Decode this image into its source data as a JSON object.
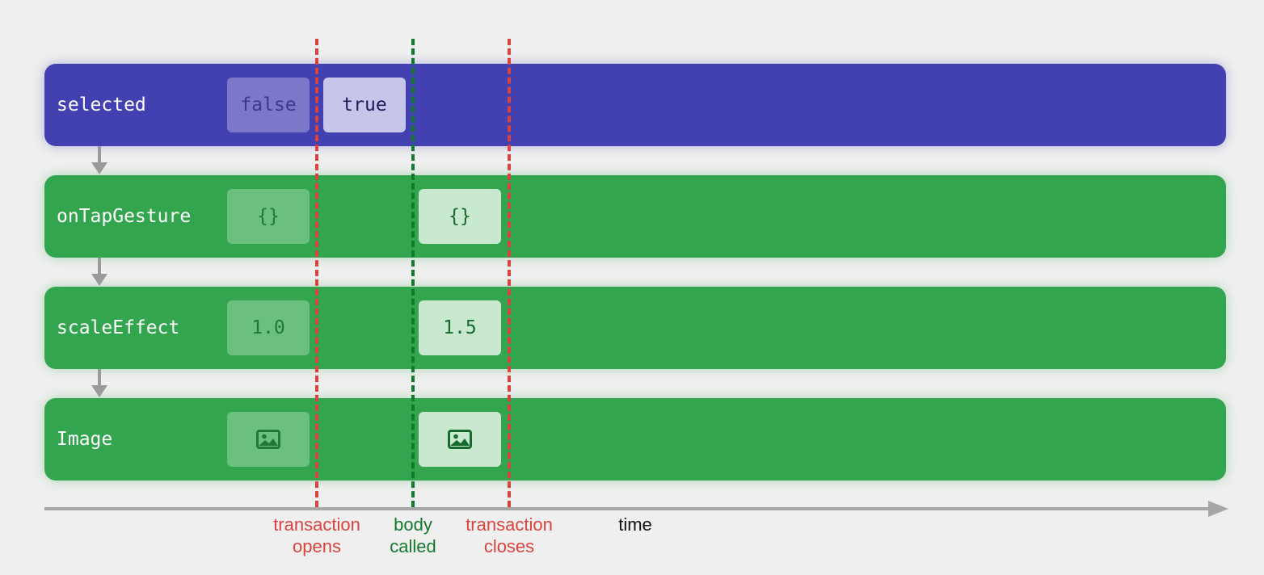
{
  "rows": [
    {
      "label": "selected",
      "color": "#4340b1",
      "chips": [
        {
          "text": "false",
          "state": "previous"
        },
        {
          "text": "true",
          "state": "current"
        }
      ]
    },
    {
      "label": "onTapGesture",
      "color": "#33a54e",
      "chips": [
        {
          "text": "{}",
          "state": "previous"
        },
        {
          "text": "{}",
          "state": "current"
        }
      ]
    },
    {
      "label": "scaleEffect",
      "color": "#33a54e",
      "chips": [
        {
          "text": "1.0",
          "state": "previous"
        },
        {
          "text": "1.5",
          "state": "current"
        }
      ]
    },
    {
      "label": "Image",
      "color": "#33a54e",
      "chips": [
        {
          "icon": "photo-icon",
          "state": "previous"
        },
        {
          "icon": "photo-icon",
          "state": "current"
        }
      ]
    }
  ],
  "markers": [
    {
      "id": "transaction-opens",
      "line1": "transaction",
      "line2": "opens",
      "color": "#d8433f"
    },
    {
      "id": "body-called",
      "line1": "body",
      "line2": "called",
      "color": "#137a2d"
    },
    {
      "id": "transaction-closes",
      "line1": "transaction",
      "line2": "closes",
      "color": "#d8433f"
    }
  ],
  "axis": {
    "label": "time",
    "color": "#a6a6a6"
  }
}
